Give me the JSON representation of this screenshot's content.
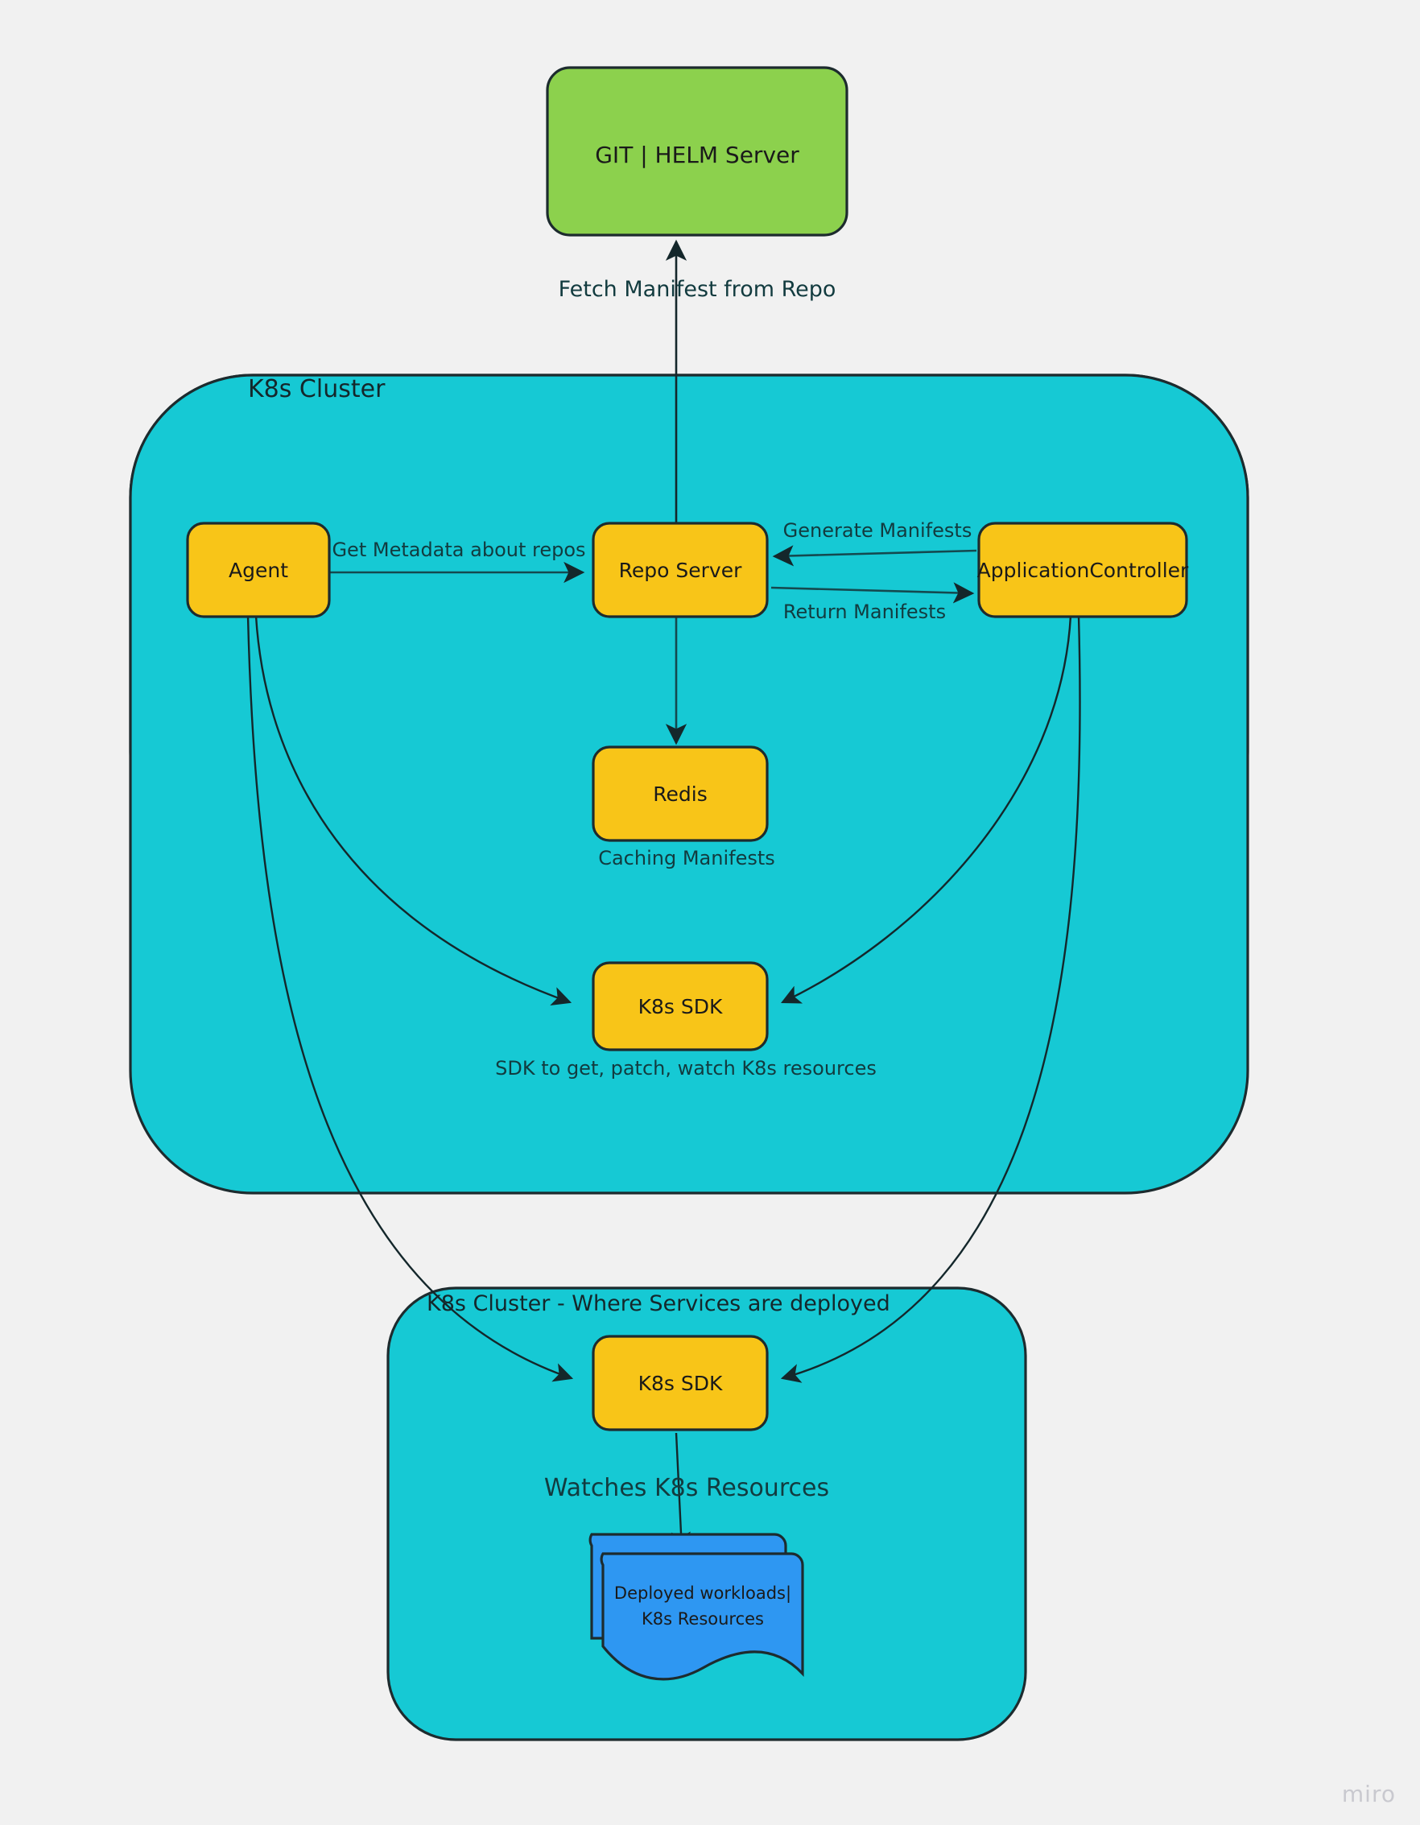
{
  "canvas": {
    "background_color": "#f1f1f1",
    "watermark": "miro"
  },
  "palette": {
    "group_fill": "#16c9d4",
    "service_fill": "#f8c518",
    "repo_fill": "#8cd14d",
    "workload_fill": "#2e97f2",
    "stroke": "#1d2b2e",
    "edge_stroke": "#14494f",
    "text": "#14272b"
  },
  "groups": [
    {
      "id": "k8s-cluster",
      "title": "K8s Cluster"
    },
    {
      "id": "k8s-cluster-services",
      "title": "K8s Cluster - Where Services are deployed"
    }
  ],
  "nodes": [
    {
      "id": "git-helm-server",
      "label": "GIT | HELM Server",
      "shape": "rounded-rect",
      "color": "#8cd14d"
    },
    {
      "id": "agent",
      "label": "Agent",
      "shape": "rounded-rect",
      "color": "#f8c518"
    },
    {
      "id": "repo-server",
      "label": "Repo Server",
      "shape": "rounded-rect",
      "color": "#f8c518"
    },
    {
      "id": "application-controller",
      "label": "ApplicationController",
      "shape": "rounded-rect",
      "color": "#f8c518"
    },
    {
      "id": "redis",
      "label": "Redis",
      "shape": "rounded-rect",
      "color": "#f8c518"
    },
    {
      "id": "k8s-sdk-cluster",
      "label": "K8s SDK",
      "shape": "rounded-rect",
      "color": "#f8c518"
    },
    {
      "id": "k8s-sdk-services",
      "label": "K8s SDK",
      "shape": "rounded-rect",
      "color": "#f8c518"
    },
    {
      "id": "deployed-workloads",
      "label_line1": "Deployed workloads|",
      "label_line2": "K8s Resources",
      "shape": "multi-document",
      "color": "#2e97f2"
    }
  ],
  "edge_labels": {
    "fetch_manifest": "Fetch Manifest from Repo",
    "get_metadata": "Get Metadata about repos",
    "generate_manifests": "Generate Manifests",
    "return_manifests": "Return Manifests",
    "caching_manifests": "Caching Manifests",
    "sdk_description": "SDK to get, patch, watch K8s resources",
    "watches_k8s_resources": "Watches K8s Resources"
  },
  "edges": [
    {
      "id": "repo-server-to-git",
      "from": "repo-server",
      "to": "git-helm-server",
      "label_key": "fetch_manifest"
    },
    {
      "id": "agent-to-repo-server",
      "from": "agent",
      "to": "repo-server",
      "label_key": "get_metadata"
    },
    {
      "id": "appcontroller-to-repo-server",
      "from": "application-controller",
      "to": "repo-server",
      "label_key": "generate_manifests"
    },
    {
      "id": "repo-server-to-appcontroller",
      "from": "repo-server",
      "to": "application-controller",
      "label_key": "return_manifests"
    },
    {
      "id": "repo-server-to-redis",
      "from": "repo-server",
      "to": "redis",
      "label_key": "caching_manifests"
    },
    {
      "id": "agent-to-k8s-sdk-cluster",
      "from": "agent",
      "to": "k8s-sdk-cluster",
      "label_key": "sdk_description"
    },
    {
      "id": "appcontroller-to-k8s-sdk-cluster",
      "from": "application-controller",
      "to": "k8s-sdk-cluster",
      "label_key": null
    },
    {
      "id": "agent-to-k8s-sdk-services",
      "from": "agent",
      "to": "k8s-sdk-services",
      "label_key": null
    },
    {
      "id": "appcontroller-to-k8s-sdk-services",
      "from": "application-controller",
      "to": "k8s-sdk-services",
      "label_key": null
    },
    {
      "id": "k8s-sdk-services-to-workloads",
      "from": "k8s-sdk-services",
      "to": "deployed-workloads",
      "label_key": "watches_k8s_resources"
    }
  ]
}
